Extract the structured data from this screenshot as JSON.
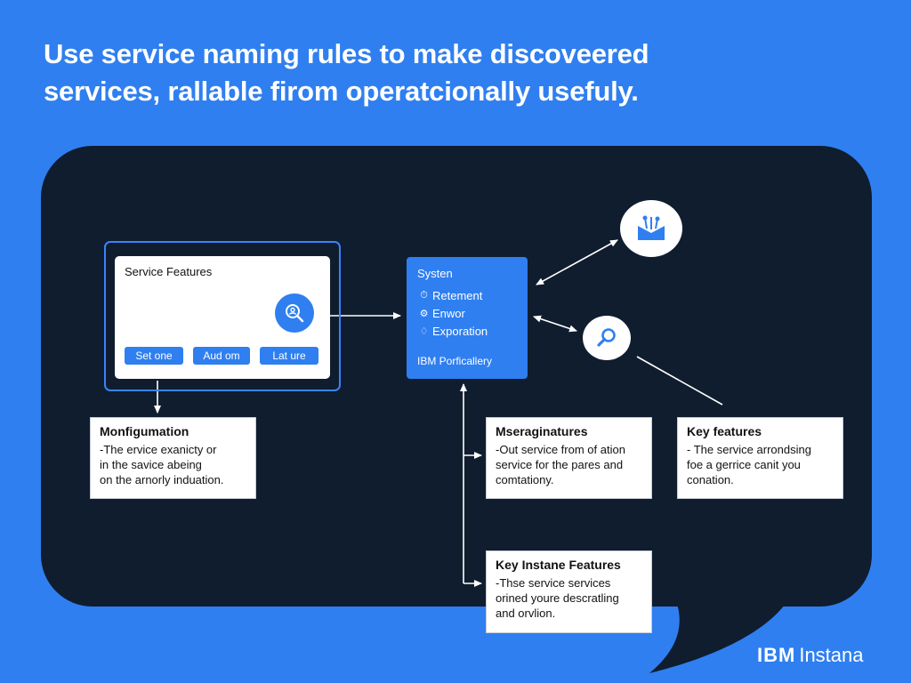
{
  "headline": {
    "line1": "Use service naming rules to make discoveered",
    "line2": "services, rallable firom operatcionally usefuly."
  },
  "service_panel": {
    "title": "Service Features",
    "search_icon": "magnifier-person-icon",
    "chips": [
      "Set one",
      "Aud om",
      "Lat ure"
    ]
  },
  "system": {
    "title": "Systen",
    "rows": [
      {
        "icon": "clock-icon",
        "label": "Retement"
      },
      {
        "icon": "settings-icon",
        "label": "Enwor"
      },
      {
        "icon": "shield-icon",
        "label": "Exporation"
      }
    ],
    "footer": "IBM Porficallery"
  },
  "cards": {
    "configuration": {
      "title": "Monfigumation",
      "body": "-The ervice exanicty or\nin the savice abeing\non the arnorly induation."
    },
    "messages": {
      "title": "Mseraginatures",
      "body": "-Out service from of ation\nservice for the pares and\ncomtationy."
    },
    "key_features": {
      "title": "Key features",
      "body": "- The service arrondsing\nfoe a gerrice canit you\nconation."
    },
    "instance": {
      "title": "Key Instane Features",
      "body": "-Thse service services\norined youre descratling\nand orvlion."
    }
  },
  "brand": {
    "ibm": "IBM",
    "name": "Instana"
  },
  "colors": {
    "background": "#2f7ff0",
    "bubble": "#0f1d2f",
    "accent": "#2f7ff0",
    "card": "#ffffff"
  }
}
